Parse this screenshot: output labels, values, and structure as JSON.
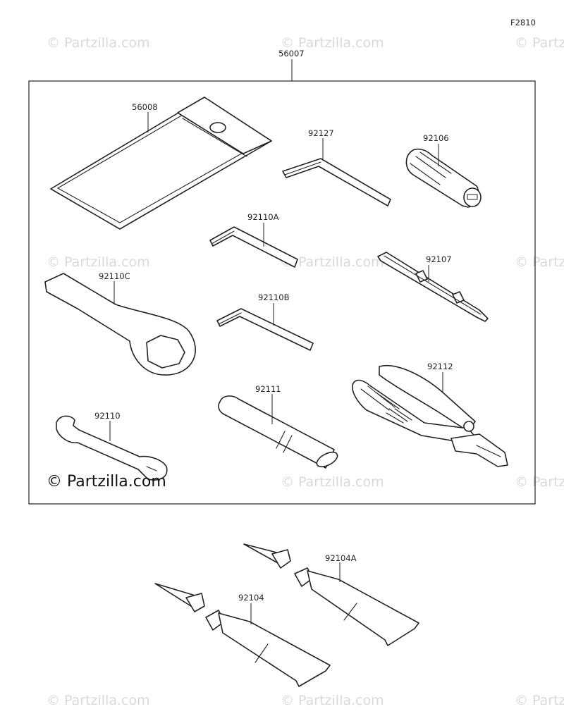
{
  "figure_code": "F2810",
  "assembly_label": "56007",
  "watermark": "© Partzilla.com",
  "copyright": "© Partzilla.com",
  "parts": {
    "p56008": "56008",
    "p92127": "92127",
    "p92106": "92106",
    "p92110A": "92110A",
    "p92107": "92107",
    "p92110C": "92110C",
    "p92110B": "92110B",
    "p92112": "92112",
    "p92111": "92111",
    "p92110": "92110",
    "p92104A": "92104A",
    "p92104": "92104"
  }
}
